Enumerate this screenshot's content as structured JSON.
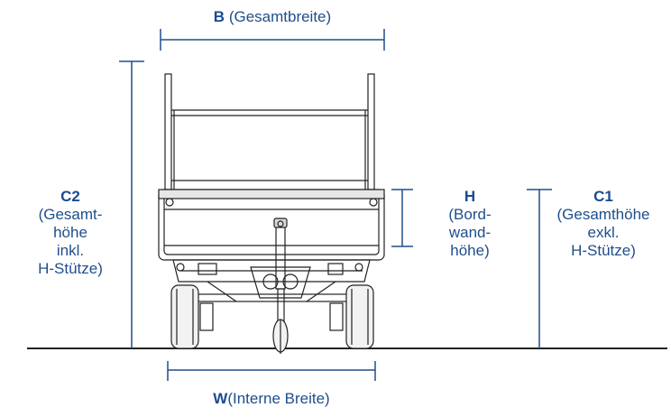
{
  "colors": {
    "dimension": "#1f4e8c",
    "drawing": "#222222",
    "background": "#ffffff"
  },
  "labels": {
    "B": {
      "code": "B",
      "text": "(Gesamtbreite)"
    },
    "C2": {
      "code": "C2",
      "lines": [
        "(Gesamt-",
        "höhe",
        "inkl.",
        "H-Stütze)"
      ]
    },
    "H": {
      "code": "H",
      "lines": [
        "(Bord-",
        "wand-",
        "höhe)"
      ]
    },
    "C1": {
      "code": "C1",
      "lines": [
        "(Gesamthöhe",
        "exkl.",
        "H-Stütze)"
      ]
    },
    "W": {
      "code": "W",
      "text": "(Interne Breite)"
    }
  }
}
